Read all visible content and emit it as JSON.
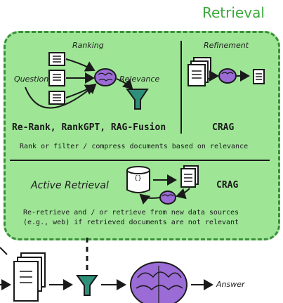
{
  "title": "Retrieval",
  "ranking": {
    "header": "Ranking",
    "question_label": "Question",
    "relevance_label": "Relevance",
    "methods": "Re-Rank, RankGPT, RAG-Fusion"
  },
  "refinement": {
    "header": "Refinement",
    "method": "CRAG"
  },
  "summary_top": "Rank or filter / compress documents based on relevance",
  "active": {
    "header": "Active Retrieval",
    "method": "CRAG",
    "db_label": "{}",
    "description_line1": "Re-retrieve and / or retrieve from new data sources",
    "description_line2": "(e.g., web) if retrieved documents are not relevant"
  },
  "flow": {
    "answer_label": "Answer"
  },
  "colors": {
    "panel_fill": "#9ee596",
    "panel_border": "#3c8f3c",
    "title": "#3aa83a",
    "brain": "#9b6bd6",
    "funnel": "#2e8f7a"
  }
}
